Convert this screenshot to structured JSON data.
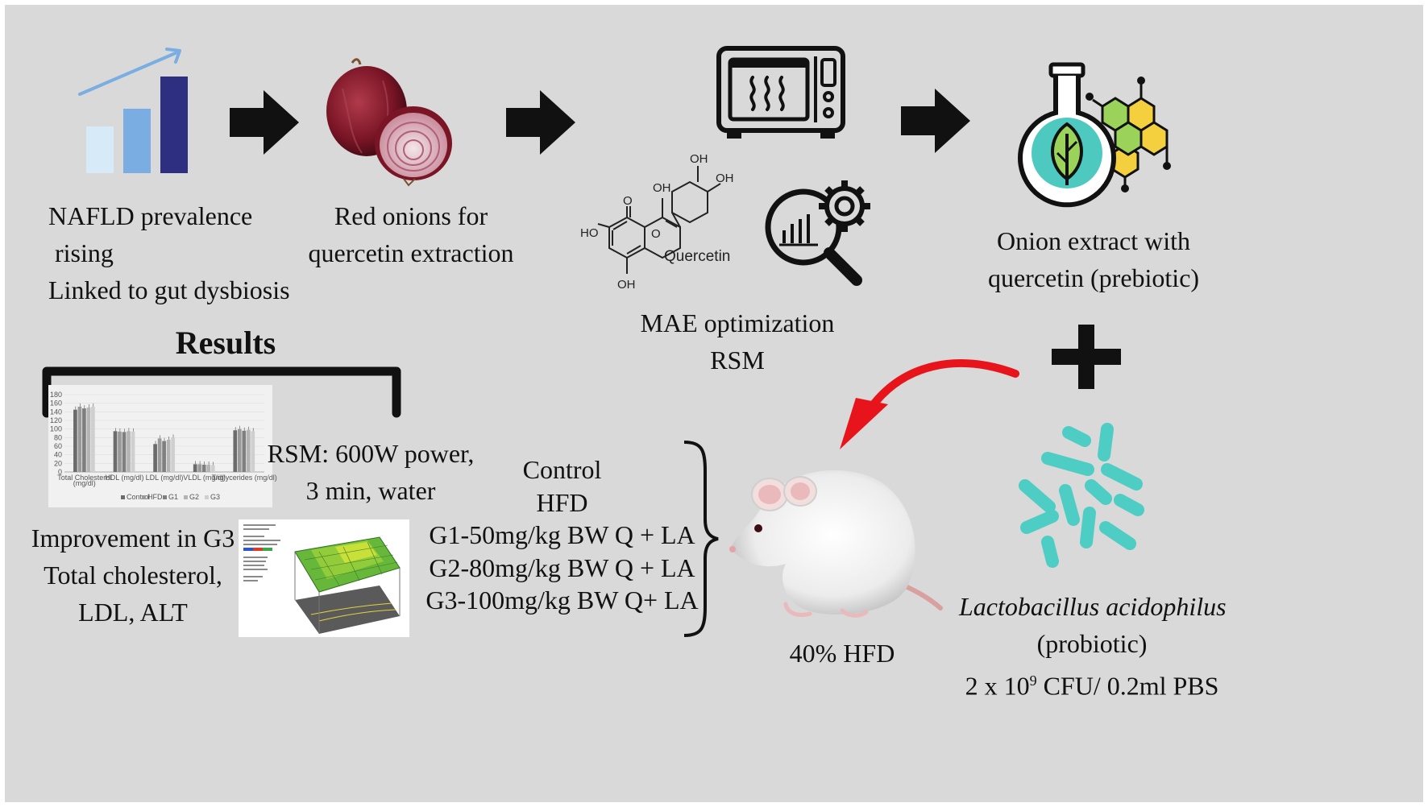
{
  "nafld": {
    "line1": "NAFLD prevalence",
    "line2": "rising",
    "line3": "Linked to gut dysbiosis"
  },
  "onion": {
    "line1": "Red onions for",
    "line2": "quercetin extraction"
  },
  "quercetin_structure": {
    "label": "Quercetin",
    "oh_top_right_a": "OH",
    "oh_top_right_b": "OH",
    "oh_center": "OH",
    "ho_left": "HO",
    "o_ketone": "O",
    "o_ring": "O",
    "oh_bottom": "OH"
  },
  "mae": {
    "line1": "MAE optimization",
    "line2": "RSM"
  },
  "extract": {
    "line1": "Onion extract with",
    "line2": "quercetin (prebiotic)"
  },
  "results": {
    "title": "Results",
    "rsm_line1": "RSM: 600W power,",
    "rsm_line2": "3 min, water",
    "improve_line1": "Improvement in G3",
    "improve_line2": "Total cholesterol,",
    "improve_line3": "LDL, ALT"
  },
  "groups": {
    "items": [
      "Control",
      "HFD",
      "G1-50mg/kg BW Q + LA",
      "G2-80mg/kg BW Q + LA",
      "G3-100mg/kg BW Q+ LA"
    ]
  },
  "rat": {
    "label": "40% HFD"
  },
  "probiotic": {
    "line1": "Lactobacillus acidophilus",
    "line2": "(probiotic)",
    "line3_prefix": "2 x 10",
    "line3_sup": "9",
    "line3_suffix": " CFU/ 0.2ml PBS"
  },
  "mini_bar_chart": {
    "y_ticks": [
      "0",
      "20",
      "40",
      "60",
      "80",
      "100",
      "120",
      "140",
      "160",
      "180"
    ],
    "categories": [
      "Total Cholesterol (mg/dl)",
      "HDL (mg/dl)",
      "LDL (mg/dl)",
      "VLDL (mg/dl)",
      "Triglycerides (mg/dl)"
    ],
    "legend": [
      "Control",
      "HFD",
      "G1",
      "G2",
      "G3"
    ]
  },
  "chart_data": {
    "type": "bar",
    "categories": [
      "Total Cholesterol (mg/dl)",
      "HDL (mg/dl)",
      "LDL (mg/dl)",
      "VLDL (mg/dl)",
      "Triglycerides (mg/dl)"
    ],
    "ylim": [
      0,
      180
    ],
    "series": [
      {
        "name": "Control",
        "values": [
          145,
          95,
          65,
          18,
          97
        ]
      },
      {
        "name": "HFD",
        "values": [
          152,
          94,
          78,
          18,
          100
        ]
      },
      {
        "name": "G1",
        "values": [
          148,
          93,
          72,
          17,
          96
        ]
      },
      {
        "name": "G2",
        "values": [
          150,
          95,
          75,
          17,
          98
        ]
      },
      {
        "name": "G3",
        "values": [
          152,
          94,
          80,
          16,
          95
        ]
      }
    ],
    "colors": [
      "#6b6b6b",
      "#9a9a9a",
      "#7f7f7f",
      "#b4b4b4",
      "#cfcfcf"
    ]
  },
  "colors": {
    "panel": "#d9d9d9",
    "bar_light": "#d6eaf8",
    "bar_mid": "#7aaee3",
    "bar_dark": "#2f2f82",
    "trend_arrow": "#7aaee3",
    "red_arrow": "#e8141c",
    "bacteria": "#4ecdc4",
    "onion": "#8b1a2b"
  }
}
